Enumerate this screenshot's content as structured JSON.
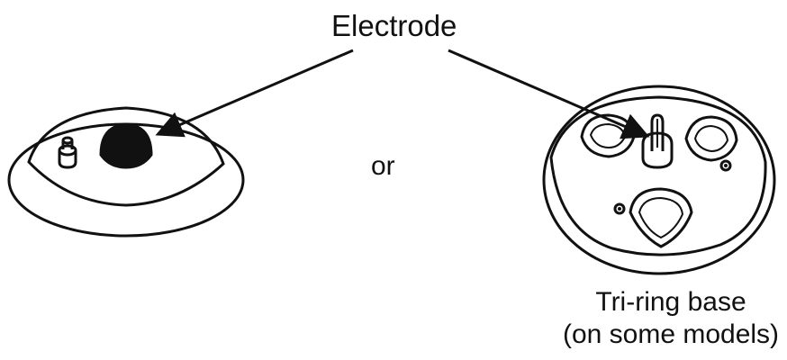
{
  "labels": {
    "electrode": "Electrode",
    "or": "or",
    "tri_ring_line1": "Tri-ring base",
    "tri_ring_line2": "(on some models)"
  },
  "colors": {
    "ink": "#111111",
    "background": "#ffffff"
  },
  "icons": {
    "left": "round-base-icon",
    "right": "tri-ring-base-icon"
  }
}
